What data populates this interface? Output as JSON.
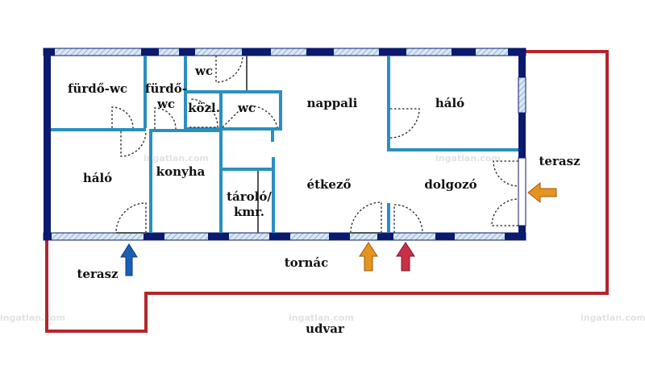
{
  "labels": {
    "furdo_wc": "fürdő-wc",
    "furdo_line1": "fürdő-",
    "furdo_line2": "wc",
    "wc_top": "wc",
    "kozl": "közl.",
    "wc_mid": "wc",
    "nappali": "nappali",
    "halo_right": "háló",
    "halo_left": "háló",
    "konyha": "konyha",
    "tarolo_line1": "tároló/",
    "tarolo_line2": "kmr.",
    "etkezo": "étkező",
    "dolgozo": "dolgozó",
    "terasz_right": "terasz",
    "terasz_left": "terasz",
    "tornac": "tornác",
    "udvar": "udvar"
  },
  "watermark": "ingatlan.com",
  "colors": {
    "outer_wall": "#0a1a6e",
    "inner_wall": "#2a8fc0",
    "window": "#a9c8e2",
    "site_boundary": "#b3262b",
    "arrow_orange": "#e59420",
    "arrow_blue": "#1a5fb4",
    "arrow_red": "#c8304a",
    "door_arc": "#222222"
  },
  "icons": {
    "entry_arrow_right": "arrow-left-icon",
    "entry_arrow_terrace": "arrow-up-icon",
    "entry_arrow_porch_orange": "arrow-up-icon",
    "entry_arrow_porch_red": "arrow-up-icon"
  }
}
